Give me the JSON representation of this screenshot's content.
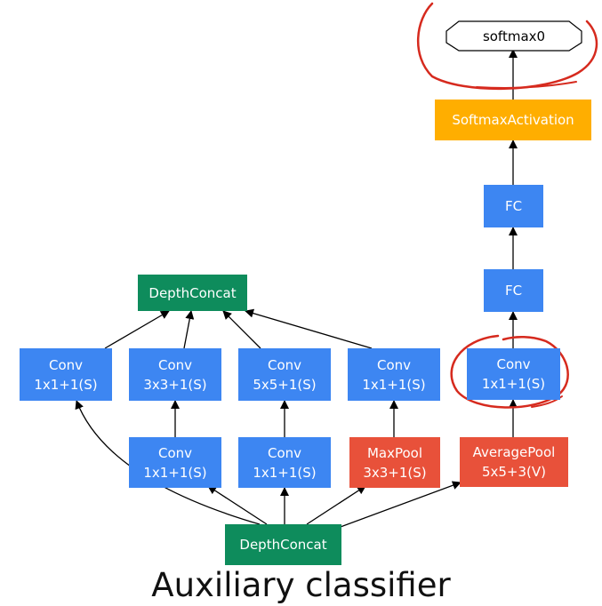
{
  "nodes": {
    "softmax_output": {
      "label": "softmax0"
    },
    "softmax_activation": {
      "label": "SoftmaxActivation"
    },
    "fc_top": {
      "label": "FC"
    },
    "fc_bottom": {
      "label": "FC"
    },
    "aux_conv": {
      "line1": "Conv",
      "line2": "1x1+1(S)"
    },
    "average_pool": {
      "line1": "AveragePool",
      "line2": "5x5+3(V)"
    },
    "depth_concat_top": {
      "label": "DepthConcat"
    },
    "branch1_conv": {
      "line1": "Conv",
      "line2": "1x1+1(S)"
    },
    "branch2_conv3": {
      "line1": "Conv",
      "line2": "3x3+1(S)"
    },
    "branch3_conv5": {
      "line1": "Conv",
      "line2": "5x5+1(S)"
    },
    "branch4_conv": {
      "line1": "Conv",
      "line2": "1x1+1(S)"
    },
    "branch2_conv1": {
      "line1": "Conv",
      "line2": "1x1+1(S)"
    },
    "branch3_conv1": {
      "line1": "Conv",
      "line2": "1x1+1(S)"
    },
    "branch4_maxpool": {
      "line1": "MaxPool",
      "line2": "3x3+1(S)"
    },
    "depth_concat_bottom": {
      "label": "DepthConcat"
    }
  },
  "caption": "Auxiliary classifier",
  "colors": {
    "conv": "#3d86f2",
    "pool": "#e8513a",
    "concat": "#0e8c5c",
    "activation": "#ffae00",
    "annotation": "#d62a1e",
    "edge": "#000000"
  }
}
